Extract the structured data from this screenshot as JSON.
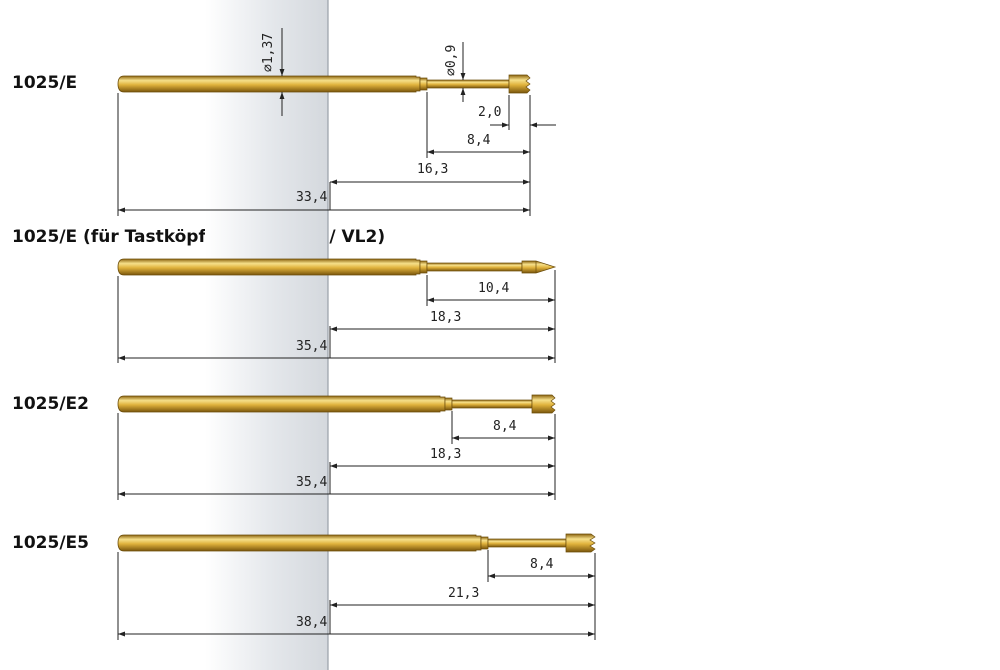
{
  "diagrams": [
    {
      "title": "1025/E",
      "overall": "33,4",
      "body": "16,3",
      "plunger": "8,4",
      "tip": "2,0",
      "dia_body": "⌀1,37",
      "dia_plunger": "⌀0,9",
      "tip_style": "crown"
    },
    {
      "title": "1025/E (für Tastköpfte HL2 / QL2 / VL2)",
      "overall": "35,4",
      "body": "18,3",
      "plunger": "10,4",
      "tip_style": "spear"
    },
    {
      "title": "1025/E2",
      "overall": "35,4",
      "body": "18,3",
      "plunger": "8,4",
      "tip_style": "crown"
    },
    {
      "title": "1025/E5",
      "overall": "38,4",
      "body": "21,3",
      "plunger": "8,4",
      "tip_style": "crown"
    }
  ],
  "colors": {
    "gold_light": "#f3d774",
    "gold_mid": "#d7a72c",
    "gold_dark": "#8c6410",
    "panel": "#e3e6ea",
    "line": "#222222"
  }
}
